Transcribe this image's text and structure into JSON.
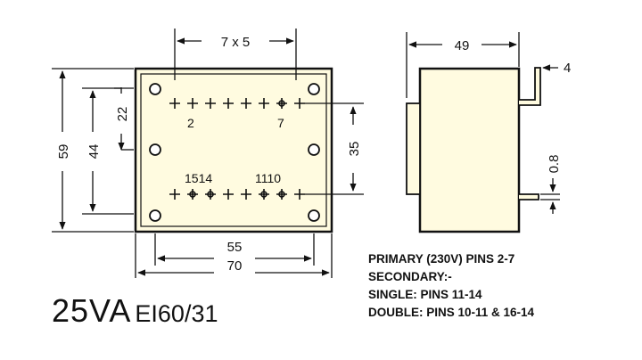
{
  "front_view": {
    "pin_pitch": "7 x 5",
    "width_outer": "70",
    "width_pins": "55",
    "height_outer": "59",
    "height_inner": "44",
    "offset_top": "22",
    "row_spacing": "35",
    "top_row_labels": [
      "2",
      "7"
    ],
    "bottom_row_labels": [
      "1514",
      "1110"
    ]
  },
  "side_view": {
    "depth": "49",
    "pin_length": "4",
    "pin_thickness": "0.8"
  },
  "notes": [
    "PRIMARY (230V) PINS 2-7",
    "SECONDARY:-",
    "SINGLE:  PINS 11-14",
    "DOUBLE: PINS 10-11 & 16-14"
  ],
  "model": {
    "power": "25VA",
    "core": "EI60/31"
  },
  "colors": {
    "line": "#111111",
    "body_fill": "#fffbe0",
    "background": "#ffffff"
  }
}
